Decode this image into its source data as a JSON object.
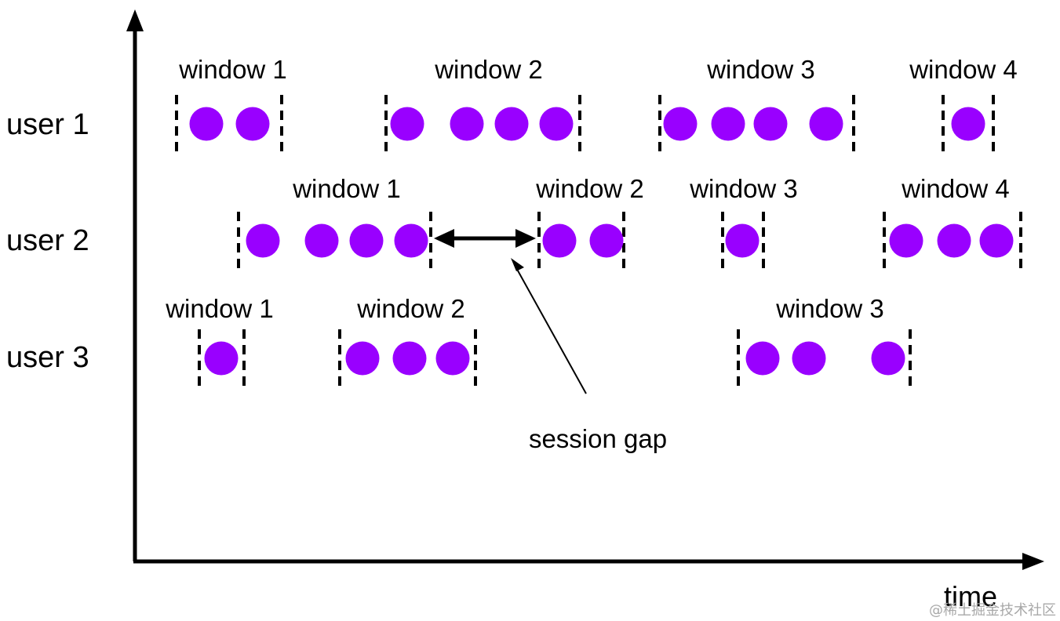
{
  "colors": {
    "event": "#9900ff",
    "ink": "#000000",
    "background": "#ffffff"
  },
  "axis": {
    "x_label": "time"
  },
  "rows": [
    {
      "label": "user 1",
      "windows": [
        {
          "label": "window 1",
          "events": 2
        },
        {
          "label": "window 2",
          "events": 4
        },
        {
          "label": "window 3",
          "events": 4
        },
        {
          "label": "window 4",
          "events": 1
        }
      ]
    },
    {
      "label": "user 2",
      "windows": [
        {
          "label": "window 1",
          "events": 4
        },
        {
          "label": "window 2",
          "events": 2
        },
        {
          "label": "window 3",
          "events": 1
        },
        {
          "label": "window 4",
          "events": 3
        }
      ]
    },
    {
      "label": "user 3",
      "windows": [
        {
          "label": "window 1",
          "events": 1
        },
        {
          "label": "window 2",
          "events": 3
        },
        {
          "label": "window 3",
          "events": 3
        }
      ]
    }
  ],
  "annotation": {
    "label": "session gap"
  },
  "watermark": {
    "text": "@稀土掘金技术社区"
  }
}
